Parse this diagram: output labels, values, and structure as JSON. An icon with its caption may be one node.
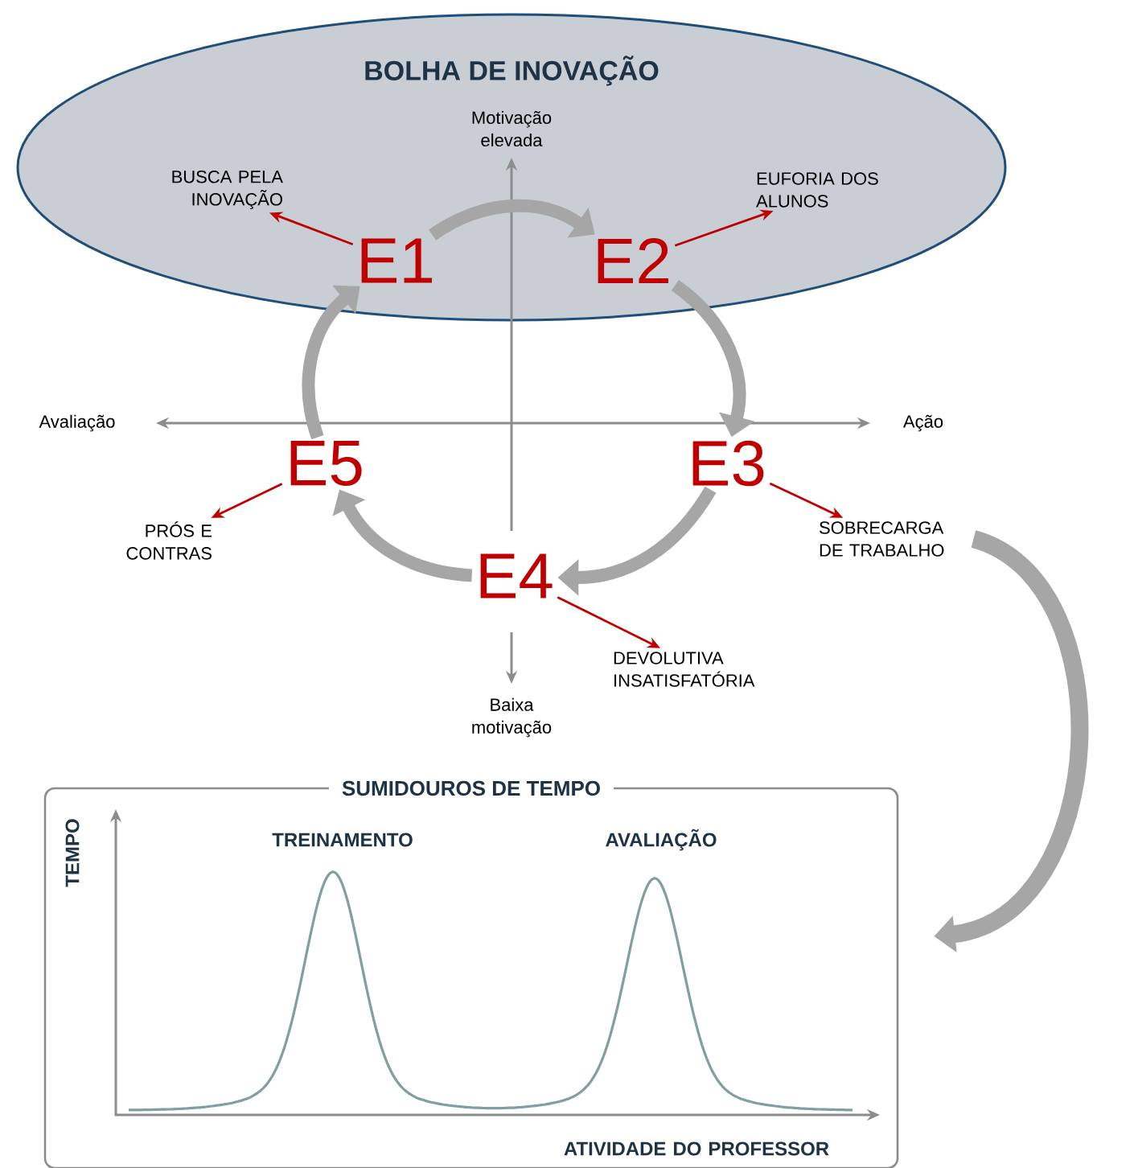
{
  "diagram": {
    "nodes": [
      {
        "text": [
          "BOLHA DE INOVAÇÃO"
        ]
      },
      {
        "text": [
          "E1"
        ],
        "in": 0
      },
      {
        "text": [
          "E2"
        ],
        "in": 0
      },
      {
        "text": [
          "E3"
        ]
      },
      {
        "text": [
          "E4"
        ]
      },
      {
        "text": [
          "E5"
        ]
      },
      {
        "text": [
          "BUSCA PELA INOVAÇÃO"
        ],
        "in": 0
      },
      {
        "text": [
          "EUFORIA DOS ALUNOS"
        ],
        "in": 0
      },
      {
        "text": [
          "SOBRECARGA DE TRABALHO"
        ]
      },
      {
        "text": [
          "DEVOLUTIVA INSATISFATÓRIA"
        ]
      },
      {
        "text": [
          "PRÓS E CONTRAS"
        ]
      },
      {
        "text": [
          "SUMIDOUROS DE TEMPO"
        ]
      }
    ],
    "edges": [
      {
        "from": 1,
        "to": 2,
        "arrow": "to"
      },
      {
        "from": 2,
        "to": 3,
        "arrow": "to"
      },
      {
        "from": 3,
        "to": 4,
        "arrow": "to"
      },
      {
        "from": 4,
        "to": 5,
        "arrow": "to"
      },
      {
        "from": 5,
        "to": 1,
        "arrow": "to"
      },
      {
        "from": 1,
        "to": 6,
        "arrow": "to",
        "color": "#c00000"
      },
      {
        "from": 2,
        "to": 7,
        "arrow": "to",
        "color": "#c00000"
      },
      {
        "from": 3,
        "to": 8,
        "arrow": "to",
        "color": "#c00000"
      },
      {
        "from": 4,
        "to": 9,
        "arrow": "to",
        "color": "#c00000"
      },
      {
        "from": 5,
        "to": 10,
        "arrow": "to",
        "color": "#c00000"
      },
      {
        "from": 8,
        "to": 11,
        "arrow": "to"
      }
    ],
    "labels": [
      "Motivação elevada",
      "Avaliação",
      "Ação",
      "Baixa motivação",
      "TEMPO",
      "TREINAMENTO",
      "AVALIAÇÃO",
      "ATIVIDADE DO PROFESSOR"
    ]
  }
}
